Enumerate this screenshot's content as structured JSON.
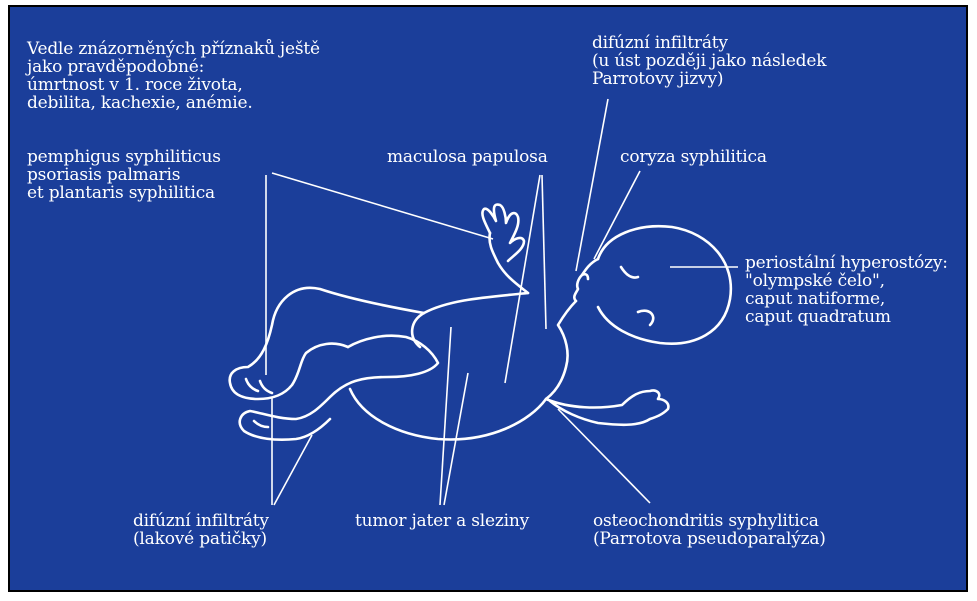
{
  "colors": {
    "background": "#1b3e9a",
    "ink": "#ffffff",
    "border": "#000000"
  },
  "labels": {
    "intro": "Vedle znázorněných příznaků ještě\njako pravděpodobné:\númrtnost v 1. roce života,\ndebilita, kachexie, anémie.",
    "pemphigus": "pemphigus syphiliticus\npsoriasis palmaris\net plantaris syphilitica",
    "maculosa": "maculosa papulosa",
    "difuzni_top": "difúzní infiltráty\n(u úst později jako následek\nParrotovy jizvy)",
    "coryza": "coryza syphilitica",
    "periostalni": "periostální hyperostózy:\n\"olympské čelo\",\ncaput natiforme,\ncaput quadratum",
    "difuzni_bottom": "difúzní infiltráty\n(lakové patičky)",
    "tumor": "tumor jater a sleziny",
    "osteochondritis": "osteochondritis syphylitica\n(Parrotova pseudoparalýza)"
  }
}
